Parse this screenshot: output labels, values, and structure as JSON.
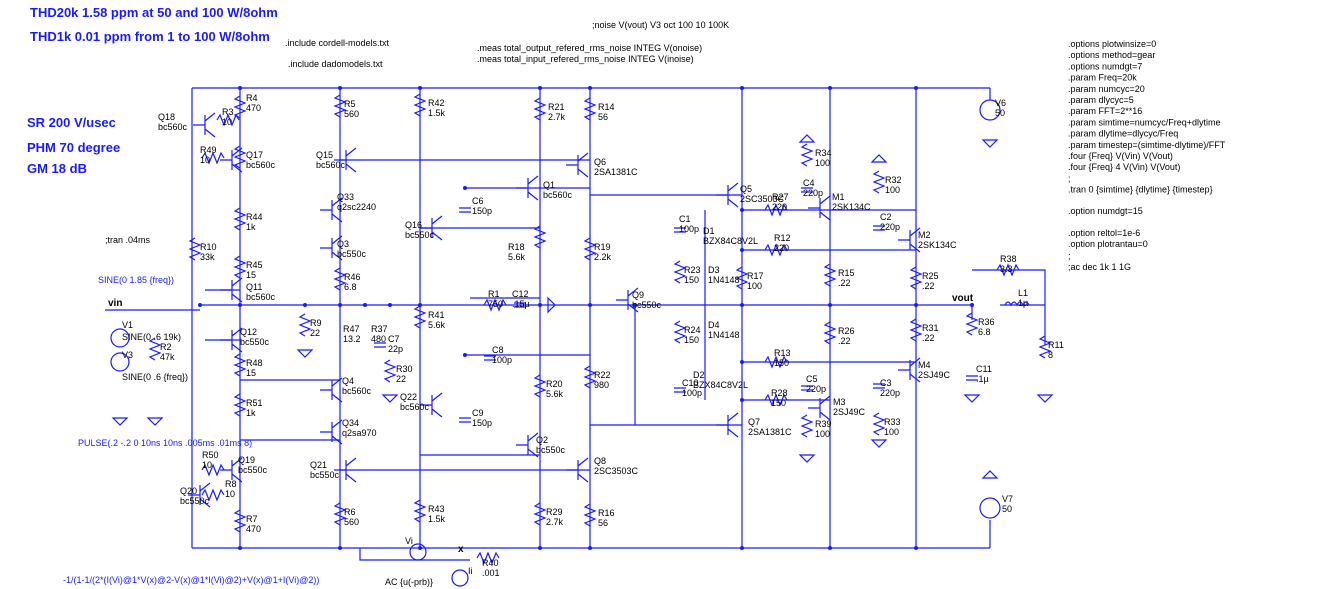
{
  "headlines": {
    "thd20k": "THD20k 1.58 ppm at 50 and 100 W/8ohm",
    "thd1k": "THD1k 0.01 ppm from 1 to 100 W/8ohm",
    "sr": "SR 200 V/usec",
    "phm": "PHM  70 degree",
    "gm": "GM  18 dB"
  },
  "directives": {
    "noise": ";noise V(vout) V3 oct 100 10 100K",
    "inc1": ".include cordell-models.txt",
    "inc2": ".include dadomodels.txt",
    "meas1": ".meas total_output_refered_rms_noise INTEG V(onoise)",
    "meas2": ".meas total_input_refered_rms_noise INTEG V(inoise)",
    "tran_comment": ";tran .04ms",
    "options": [
      ".options plotwinsize=0",
      ".options method=gear",
      ".options numdgt=7",
      ".param Freq=20k",
      ".param numcyc=20",
      ".param dlycyc=5",
      ".param FFT=2**16",
      ".param simtime=numcyc/Freq+dlytime",
      ".param dlytime=dlycyc/Freq",
      ".param timestep=(simtime-dlytime)/FFT",
      ".four {Freq} V(Vin) V(Vout)",
      ".four {Freq} 4 V(Vin) V(Vout)",
      ";",
      ".tran 0 {simtime} {dlytime} {timestep}"
    ],
    "numdgt": ".option numdgt=15",
    "reltol": ".option reltol=1e-6",
    "plotrantau": ".option plotrantau=0",
    "semi": ";",
    "ac": ";ac dec 1k 1 1G",
    "sine1": "SINE(0 1.85 {freq})",
    "pulse": "PULSE(.2 -.2 0 10ns 10ns .005ms .01ms 8)",
    "formula": "-1/(1-1/(2*(I(Vi)@1*V(x)@2-V(x)@1*I(Vi)@2)+V(x)@1+I(Vi)@2))",
    "ac_src": "AC {u(-prb)}"
  },
  "nets": {
    "vin": "vin",
    "vout": "vout",
    "x": "x"
  },
  "labels": [
    [
      "Q18",
      "bc560c"
    ],
    [
      "R3",
      "10"
    ],
    [
      "R4",
      "470"
    ],
    [
      "R49",
      "10"
    ],
    [
      "Q17",
      "bc560c"
    ],
    [
      "R5",
      "560"
    ],
    [
      "Q15",
      "bc560c"
    ],
    [
      "R42",
      "1.5k"
    ],
    [
      "R21",
      "2.7k"
    ],
    [
      "R14",
      "56"
    ],
    [
      "Q6",
      "2SA1381C"
    ],
    [
      "Q1",
      "bc560c"
    ],
    [
      "C6",
      "150p"
    ],
    [
      "Q16",
      "bc550c"
    ],
    [
      "R18",
      "5.6k"
    ],
    [
      "Q33",
      "q2sc2240"
    ],
    [
      "R44",
      "1k"
    ],
    [
      "Q3",
      "bc550c"
    ],
    [
      "R10",
      "33k"
    ],
    [
      "R45",
      "15"
    ],
    [
      "R46",
      "6.8"
    ],
    [
      "Q11",
      "bc560c"
    ],
    [
      "R9",
      "22"
    ],
    [
      "R47",
      "13.2"
    ],
    [
      "R37",
      "480"
    ],
    [
      "C7",
      "22p"
    ],
    [
      "R30",
      "22"
    ],
    [
      "Q12",
      "bc550c"
    ],
    [
      "R2",
      "47k"
    ],
    [
      "R48",
      "15"
    ],
    [
      "Q4",
      "bc560c"
    ],
    [
      "Q22",
      "bc560c"
    ],
    [
      "R51",
      "1k"
    ],
    [
      "Q34",
      "q2sa970"
    ],
    [
      "R41",
      "5.6k"
    ],
    [
      "C8",
      "100p"
    ],
    [
      "R20",
      "5.6k"
    ],
    [
      "C9",
      "150p"
    ],
    [
      "Q2",
      "bc550c"
    ],
    [
      "R22",
      "980"
    ],
    [
      "R19",
      "2.2k"
    ],
    [
      "Q9",
      "bc550c"
    ],
    [
      "R1",
      "750"
    ],
    [
      "C12",
      ".15µ"
    ],
    [
      "Q5",
      "2SC3503C"
    ],
    [
      "R27",
      "220"
    ],
    [
      "R34",
      "100"
    ],
    [
      "C4",
      "220p"
    ],
    [
      "M1",
      "2SK134C"
    ],
    [
      "C1",
      "100p"
    ],
    [
      "D1",
      "BZX84C8V2L"
    ],
    [
      "R12",
      "220"
    ],
    [
      "R32",
      "100"
    ],
    [
      "C2",
      "220p"
    ],
    [
      "M2",
      "2SK134C"
    ],
    [
      "R23",
      "150"
    ],
    [
      "D3",
      "1N4148"
    ],
    [
      "R17",
      "100"
    ],
    [
      "R15",
      ".22"
    ],
    [
      "R25",
      ".22"
    ],
    [
      "R24",
      "150"
    ],
    [
      "D4",
      "1N4148"
    ],
    [
      "R26",
      ".22"
    ],
    [
      "R31",
      ".22"
    ],
    [
      "R13",
      "150"
    ],
    [
      "M4",
      "2SJ49C"
    ],
    [
      "D2",
      "BZX84C8V2L"
    ],
    [
      "C10",
      "100p"
    ],
    [
      "C5",
      "220p"
    ],
    [
      "C3",
      "220p"
    ],
    [
      "R28",
      "150"
    ],
    [
      "M3",
      "2SJ49C"
    ],
    [
      "R39",
      "100"
    ],
    [
      "R33",
      "100"
    ],
    [
      "Q7",
      "2SA1381C"
    ],
    [
      "Q19",
      "bc550c"
    ],
    [
      "R50",
      "10"
    ],
    [
      "Q20",
      "bc550c"
    ],
    [
      "R8",
      "10"
    ],
    [
      "R7",
      "470"
    ],
    [
      "Q21",
      "bc550c"
    ],
    [
      "R6",
      "560"
    ],
    [
      "R43",
      "1.5k"
    ],
    [
      "R29",
      "2.7k"
    ],
    [
      "Q8",
      "2SC3503C"
    ],
    [
      "R16",
      "56"
    ],
    [
      "R38",
      "3.3"
    ],
    [
      "L1",
      "1µ"
    ],
    [
      "R36",
      "6.8"
    ],
    [
      "R11",
      "8"
    ],
    [
      "C11",
      ".1µ"
    ],
    [
      "V6",
      "50"
    ],
    [
      "V7",
      "50"
    ],
    [
      "R40",
      ".001"
    ]
  ],
  "sources": {
    "V1": "V1",
    "V1_val": "SINE(0 .6 19k)",
    "V3": "V3",
    "V3_val": "SINE(0 .6 {freq})",
    "Vi": "Vi",
    "Ii": "Ii"
  }
}
